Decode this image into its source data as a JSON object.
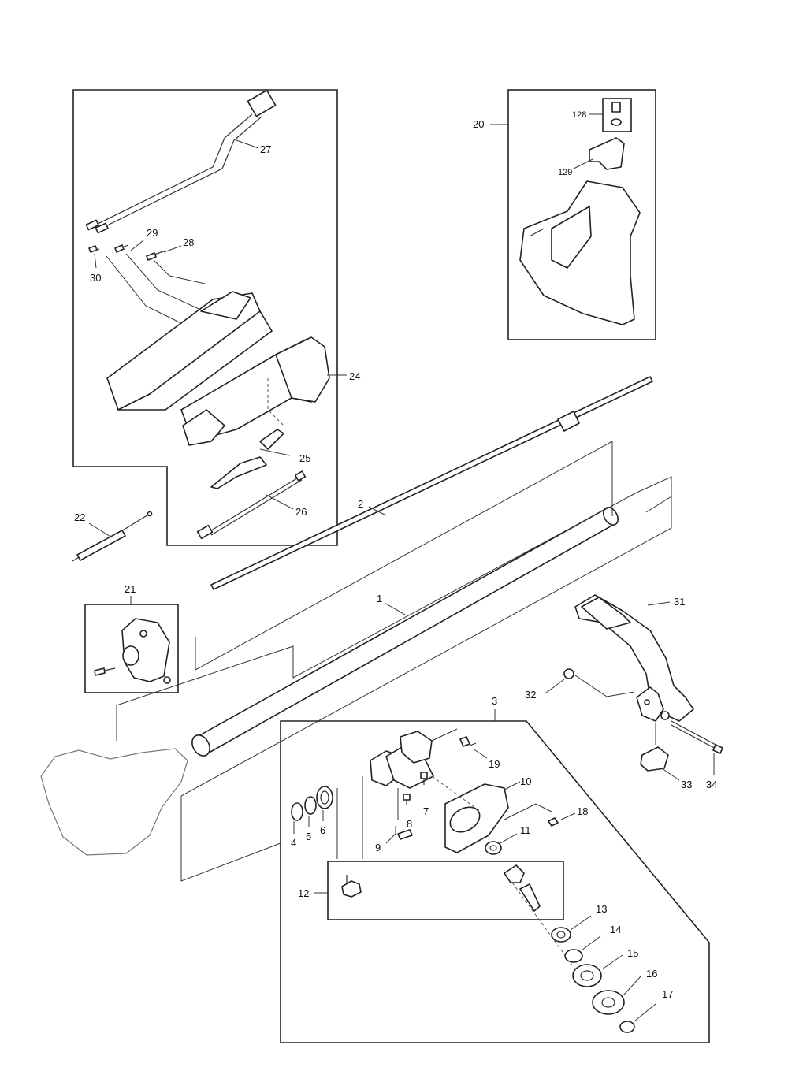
{
  "callouts": {
    "c1": "1",
    "c2": "2",
    "c3": "3",
    "c4": "4",
    "c5": "5",
    "c6": "6",
    "c7": "7",
    "c8": "8",
    "c9": "9",
    "c10": "10",
    "c11": "11",
    "c12": "12",
    "c13": "13",
    "c14": "14",
    "c15": "15",
    "c16": "16",
    "c17": "17",
    "c18": "18",
    "c19": "19",
    "c20": "20",
    "c21": "21",
    "c22": "22",
    "c24": "24",
    "c25": "25",
    "c26": "26",
    "c27": "27",
    "c28": "28",
    "c29": "29",
    "c30": "30",
    "c31": "31",
    "c32": "32",
    "c33": "33",
    "c34": "34",
    "c128": "128",
    "c129": "129"
  }
}
